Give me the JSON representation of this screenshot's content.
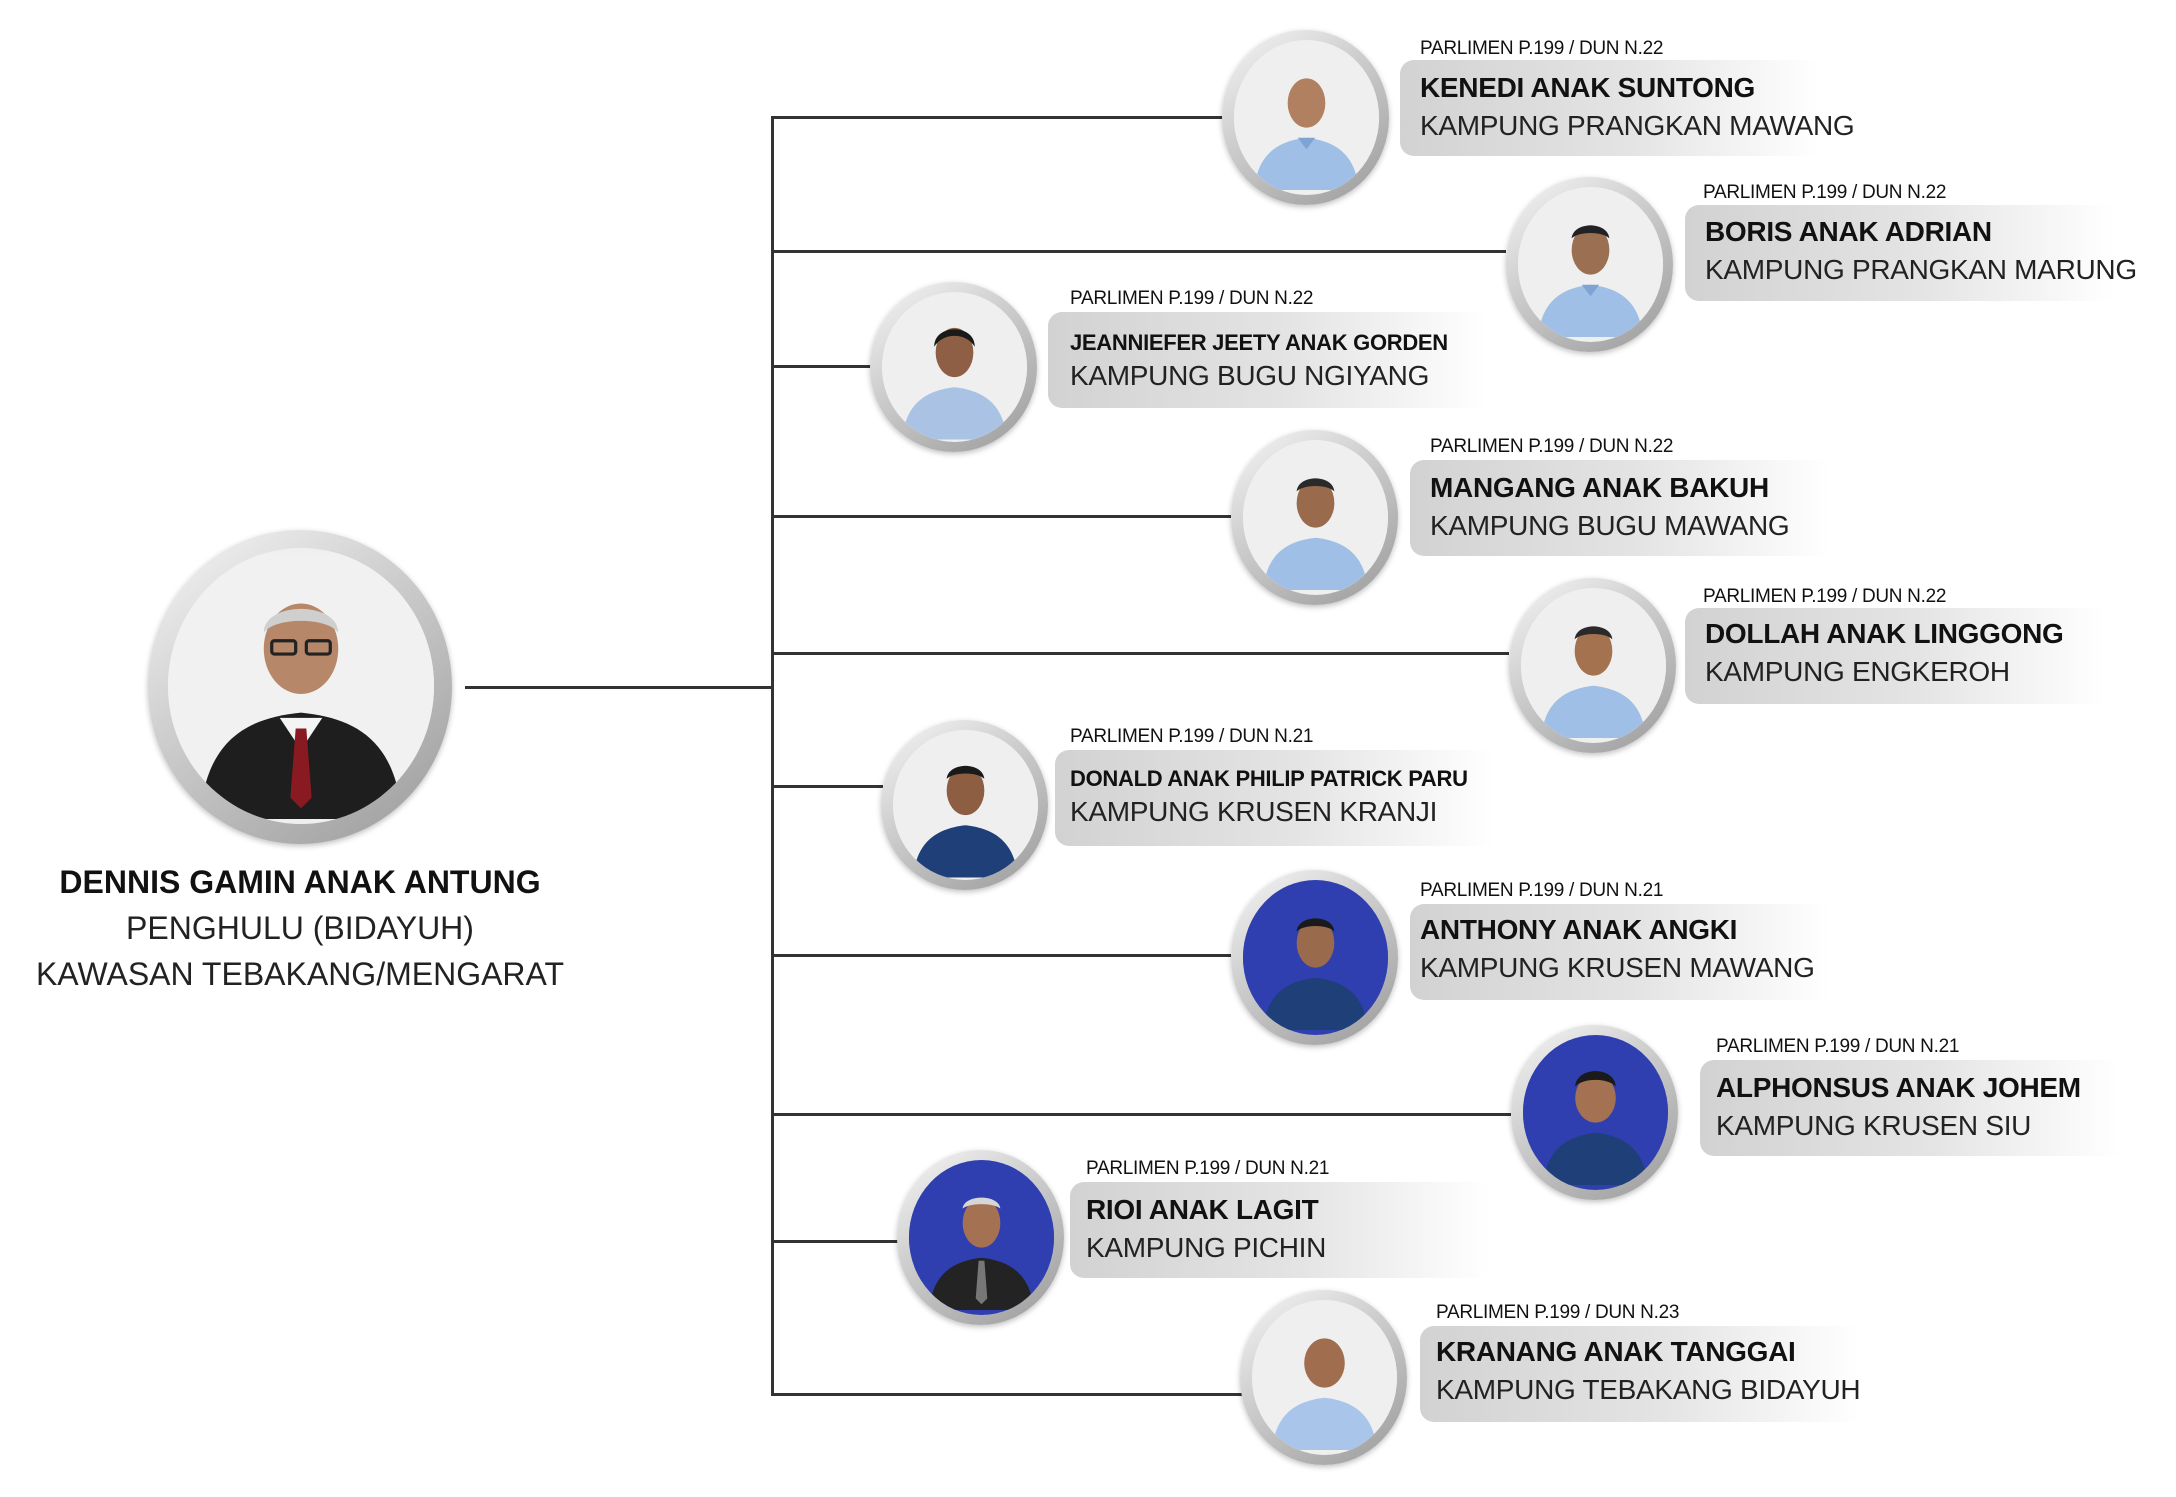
{
  "root": {
    "name": "DENNIS GAMIN ANAK ANTUNG",
    "title": "PENGHULU (BIDAYUH)",
    "area": "KAWASAN TEBAKANG/MENGARAT"
  },
  "members": [
    {
      "meta": "PARLIMEN P.199 / DUN N.22",
      "name": "KENEDI ANAK SUNTONG",
      "village": "KAMPUNG PRANGKAN MAWANG"
    },
    {
      "meta": "PARLIMEN P.199 / DUN N.22",
      "name": "BORIS ANAK ADRIAN",
      "village": "KAMPUNG PRANGKAN MARUNG"
    },
    {
      "meta": "PARLIMEN P.199 / DUN N.22",
      "name": "JEANNIEFER JEETY ANAK GORDEN",
      "village": "KAMPUNG BUGU NGIYANG"
    },
    {
      "meta": "PARLIMEN P.199 / DUN N.22",
      "name": "MANGANG ANAK BAKUH",
      "village": "KAMPUNG BUGU MAWANG"
    },
    {
      "meta": "PARLIMEN P.199 / DUN N.22",
      "name": "DOLLAH ANAK LINGGONG",
      "village": "KAMPUNG ENGKEROH"
    },
    {
      "meta": "PARLIMEN P.199 / DUN N.21",
      "name": "DONALD  ANAK PHILIP PATRICK PARU",
      "village": "KAMPUNG KRUSEN KRANJI"
    },
    {
      "meta": "PARLIMEN P.199 / DUN N.21",
      "name": "ANTHONY ANAK ANGKI",
      "village": "KAMPUNG KRUSEN MAWANG"
    },
    {
      "meta": "PARLIMEN P.199 / DUN N.21",
      "name": "ALPHONSUS ANAK JOHEM",
      "village": "KAMPUNG KRUSEN SIU"
    },
    {
      "meta": "PARLIMEN P.199 / DUN N.21",
      "name": "RIOI ANAK LAGIT",
      "village": "KAMPUNG PICHIN"
    },
    {
      "meta": "PARLIMEN P.199 / DUN N.23",
      "name": "KRANANG ANAK TANGGAI",
      "village": "KAMPUNG TEBAKANG BIDAYUH"
    }
  ],
  "colors": {
    "connector": "#333333",
    "plate": "#d2d2d2",
    "photo_blue_bg": "#2f3fb0",
    "shirt_light": "#9fbfe6",
    "shirt_dark": "#1f3f78"
  }
}
